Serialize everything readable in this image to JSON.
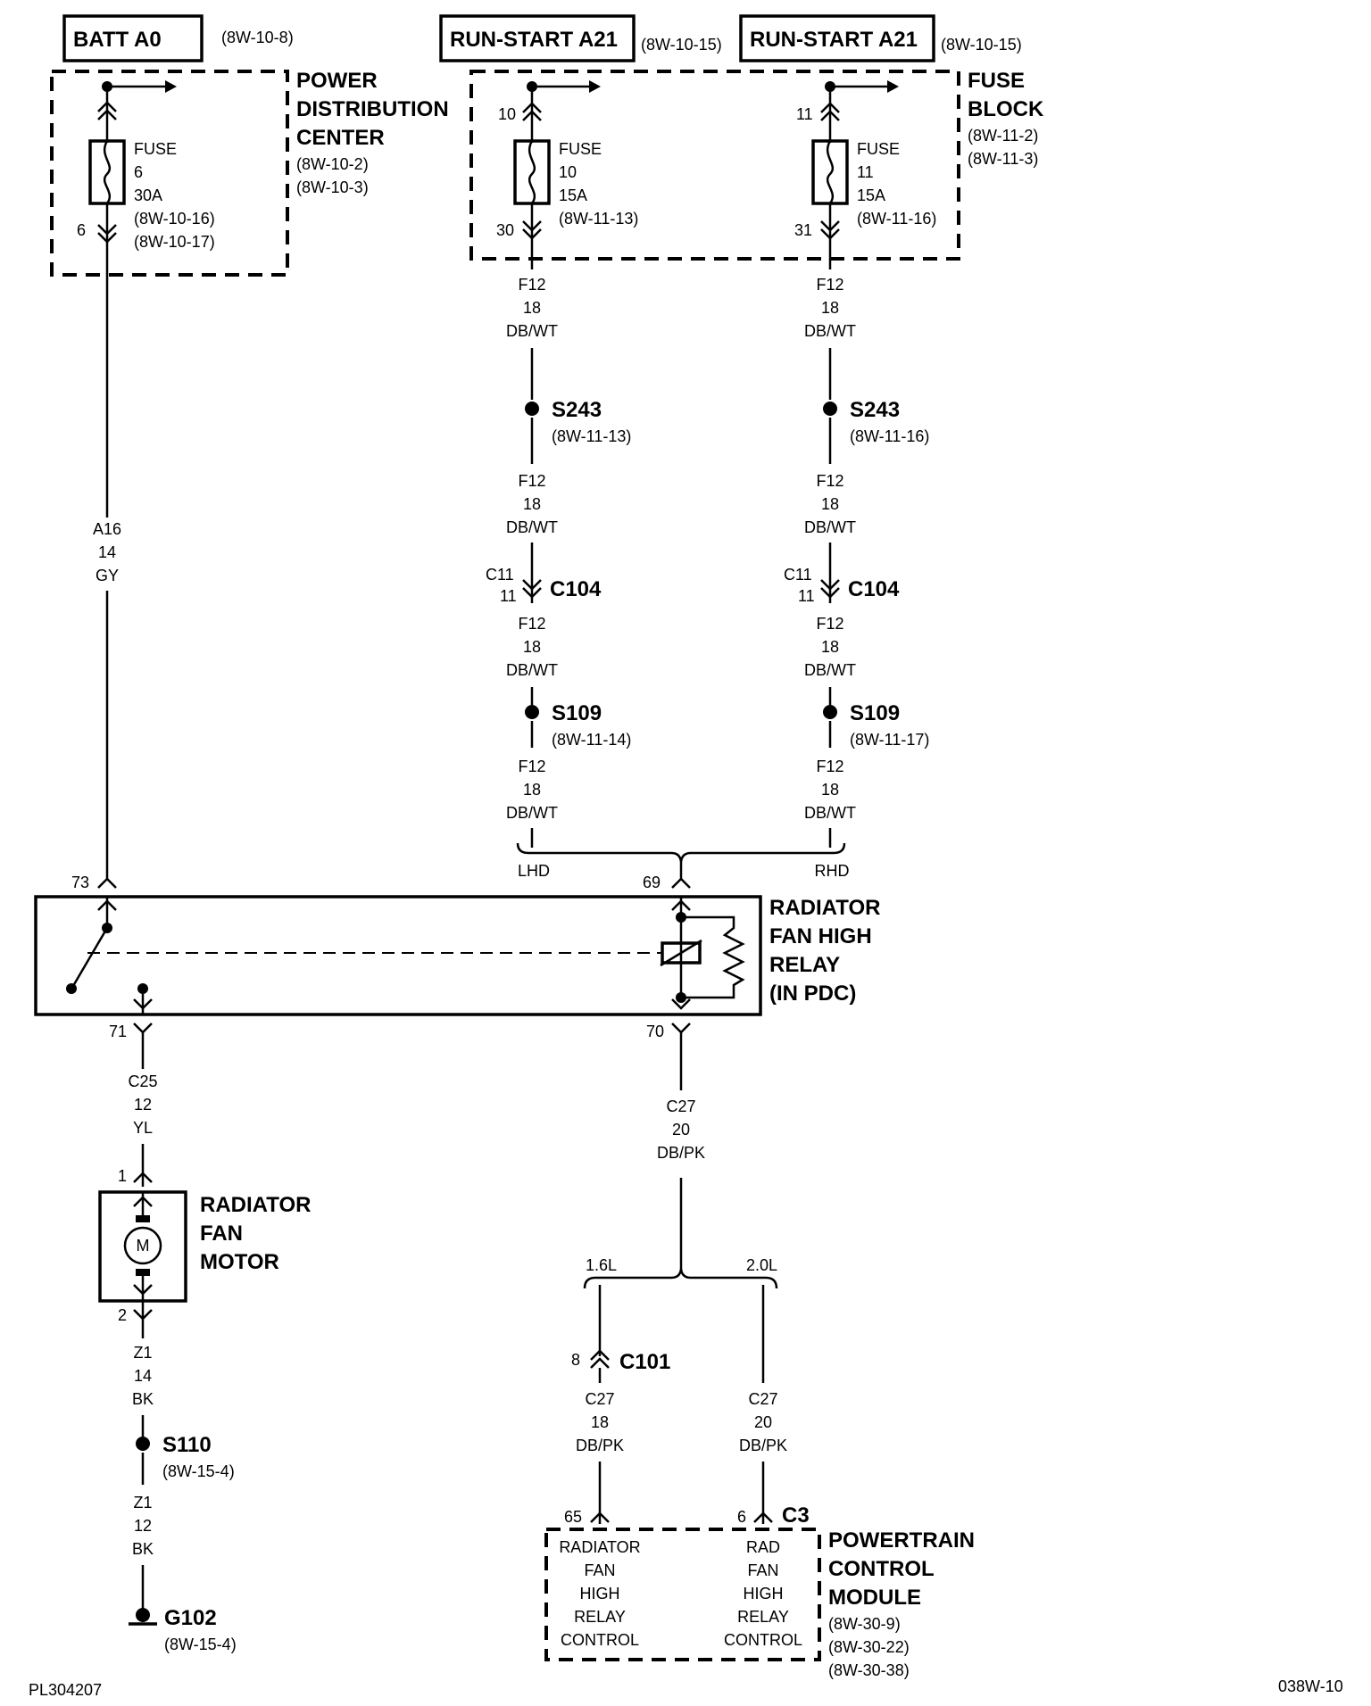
{
  "sources": {
    "batt": {
      "label": "BATT A0",
      "ref": "(8W-10-8)"
    },
    "run_start_1": {
      "label": "RUN-START A21",
      "ref": "(8W-10-15)"
    },
    "run_start_2": {
      "label": "RUN-START A21",
      "ref": "(8W-10-15)"
    }
  },
  "pdc": {
    "title": [
      "POWER",
      "DISTRIBUTION",
      "CENTER"
    ],
    "refs": [
      "(8W-10-2)",
      "(8W-10-3)"
    ],
    "fuse": {
      "lines": [
        "FUSE",
        "6",
        "30A",
        "(8W-10-16)",
        "(8W-10-17)"
      ],
      "pin_out": "6"
    }
  },
  "fuse_block": {
    "title": [
      "FUSE",
      "BLOCK"
    ],
    "refs": [
      "(8W-11-2)",
      "(8W-11-3)"
    ],
    "fuse10": {
      "lines": [
        "FUSE",
        "10",
        "15A",
        "(8W-11-13)"
      ],
      "pin_in": "10",
      "pin_out": "30"
    },
    "fuse11": {
      "lines": [
        "FUSE",
        "11",
        "15A",
        "(8W-11-16)"
      ],
      "pin_in": "11",
      "pin_out": "31"
    }
  },
  "wire_a16": [
    "A16",
    "14",
    "GY"
  ],
  "left_branch": {
    "w1": [
      "F12",
      "18",
      "DB/WT"
    ],
    "s243": "S243",
    "s243_ref": "(8W-11-13)",
    "w2": [
      "F12",
      "18",
      "DB/WT"
    ],
    "c104_pins": [
      "C11",
      "11"
    ],
    "c104": "C104",
    "w3": [
      "F12",
      "18",
      "DB/WT"
    ],
    "s109": "S109",
    "s109_ref": "(8W-11-14)",
    "w4": [
      "F12",
      "18",
      "DB/WT"
    ],
    "lhd": "LHD"
  },
  "right_branch": {
    "w1": [
      "F12",
      "18",
      "DB/WT"
    ],
    "s243": "S243",
    "s243_ref": "(8W-11-16)",
    "w2": [
      "F12",
      "18",
      "DB/WT"
    ],
    "c104_pins": [
      "C11",
      "11"
    ],
    "c104": "C104",
    "w3": [
      "F12",
      "18",
      "DB/WT"
    ],
    "s109": "S109",
    "s109_ref": "(8W-11-17)",
    "w4": [
      "F12",
      "18",
      "DB/WT"
    ],
    "rhd": "RHD"
  },
  "relay": {
    "title": [
      "RADIATOR",
      "FAN HIGH",
      "RELAY",
      "(IN PDC)"
    ],
    "pins": {
      "p73": "73",
      "p69": "69",
      "p71": "71",
      "p70": "70"
    }
  },
  "wire_c25": [
    "C25",
    "12",
    "YL"
  ],
  "wire_c27_main": [
    "C27",
    "20",
    "DB/PK"
  ],
  "fan_motor": {
    "title": [
      "RADIATOR",
      "FAN",
      "MOTOR"
    ],
    "symbol": "M",
    "pin1": "1",
    "pin2": "2"
  },
  "wire_z1_a": [
    "Z1",
    "14",
    "BK"
  ],
  "s110": {
    "label": "S110",
    "ref": "(8W-15-4)"
  },
  "wire_z1_b": [
    "Z1",
    "12",
    "BK"
  ],
  "g102": {
    "label": "G102",
    "ref": "(8W-15-4)"
  },
  "engine_split": {
    "left": "1.6L",
    "right": "2.0L"
  },
  "c101": {
    "label": "C101",
    "pin": "8"
  },
  "wire_c27_16": [
    "C27",
    "18",
    "DB/PK"
  ],
  "wire_c27_20": [
    "C27",
    "20",
    "DB/PK"
  ],
  "pcm": {
    "title": [
      "POWERTRAIN",
      "CONTROL",
      "MODULE"
    ],
    "refs": [
      "(8W-30-9)",
      "(8W-30-22)",
      "(8W-30-38)"
    ],
    "c3": "C3",
    "pin65": "65",
    "pin6": "6",
    "ctrl_left": [
      "RADIATOR",
      "FAN",
      "HIGH",
      "RELAY",
      "CONTROL"
    ],
    "ctrl_right": [
      "RAD",
      "FAN",
      "HIGH",
      "RELAY",
      "CONTROL"
    ]
  },
  "footer": {
    "left": "PL304207",
    "right": "038W-10"
  }
}
